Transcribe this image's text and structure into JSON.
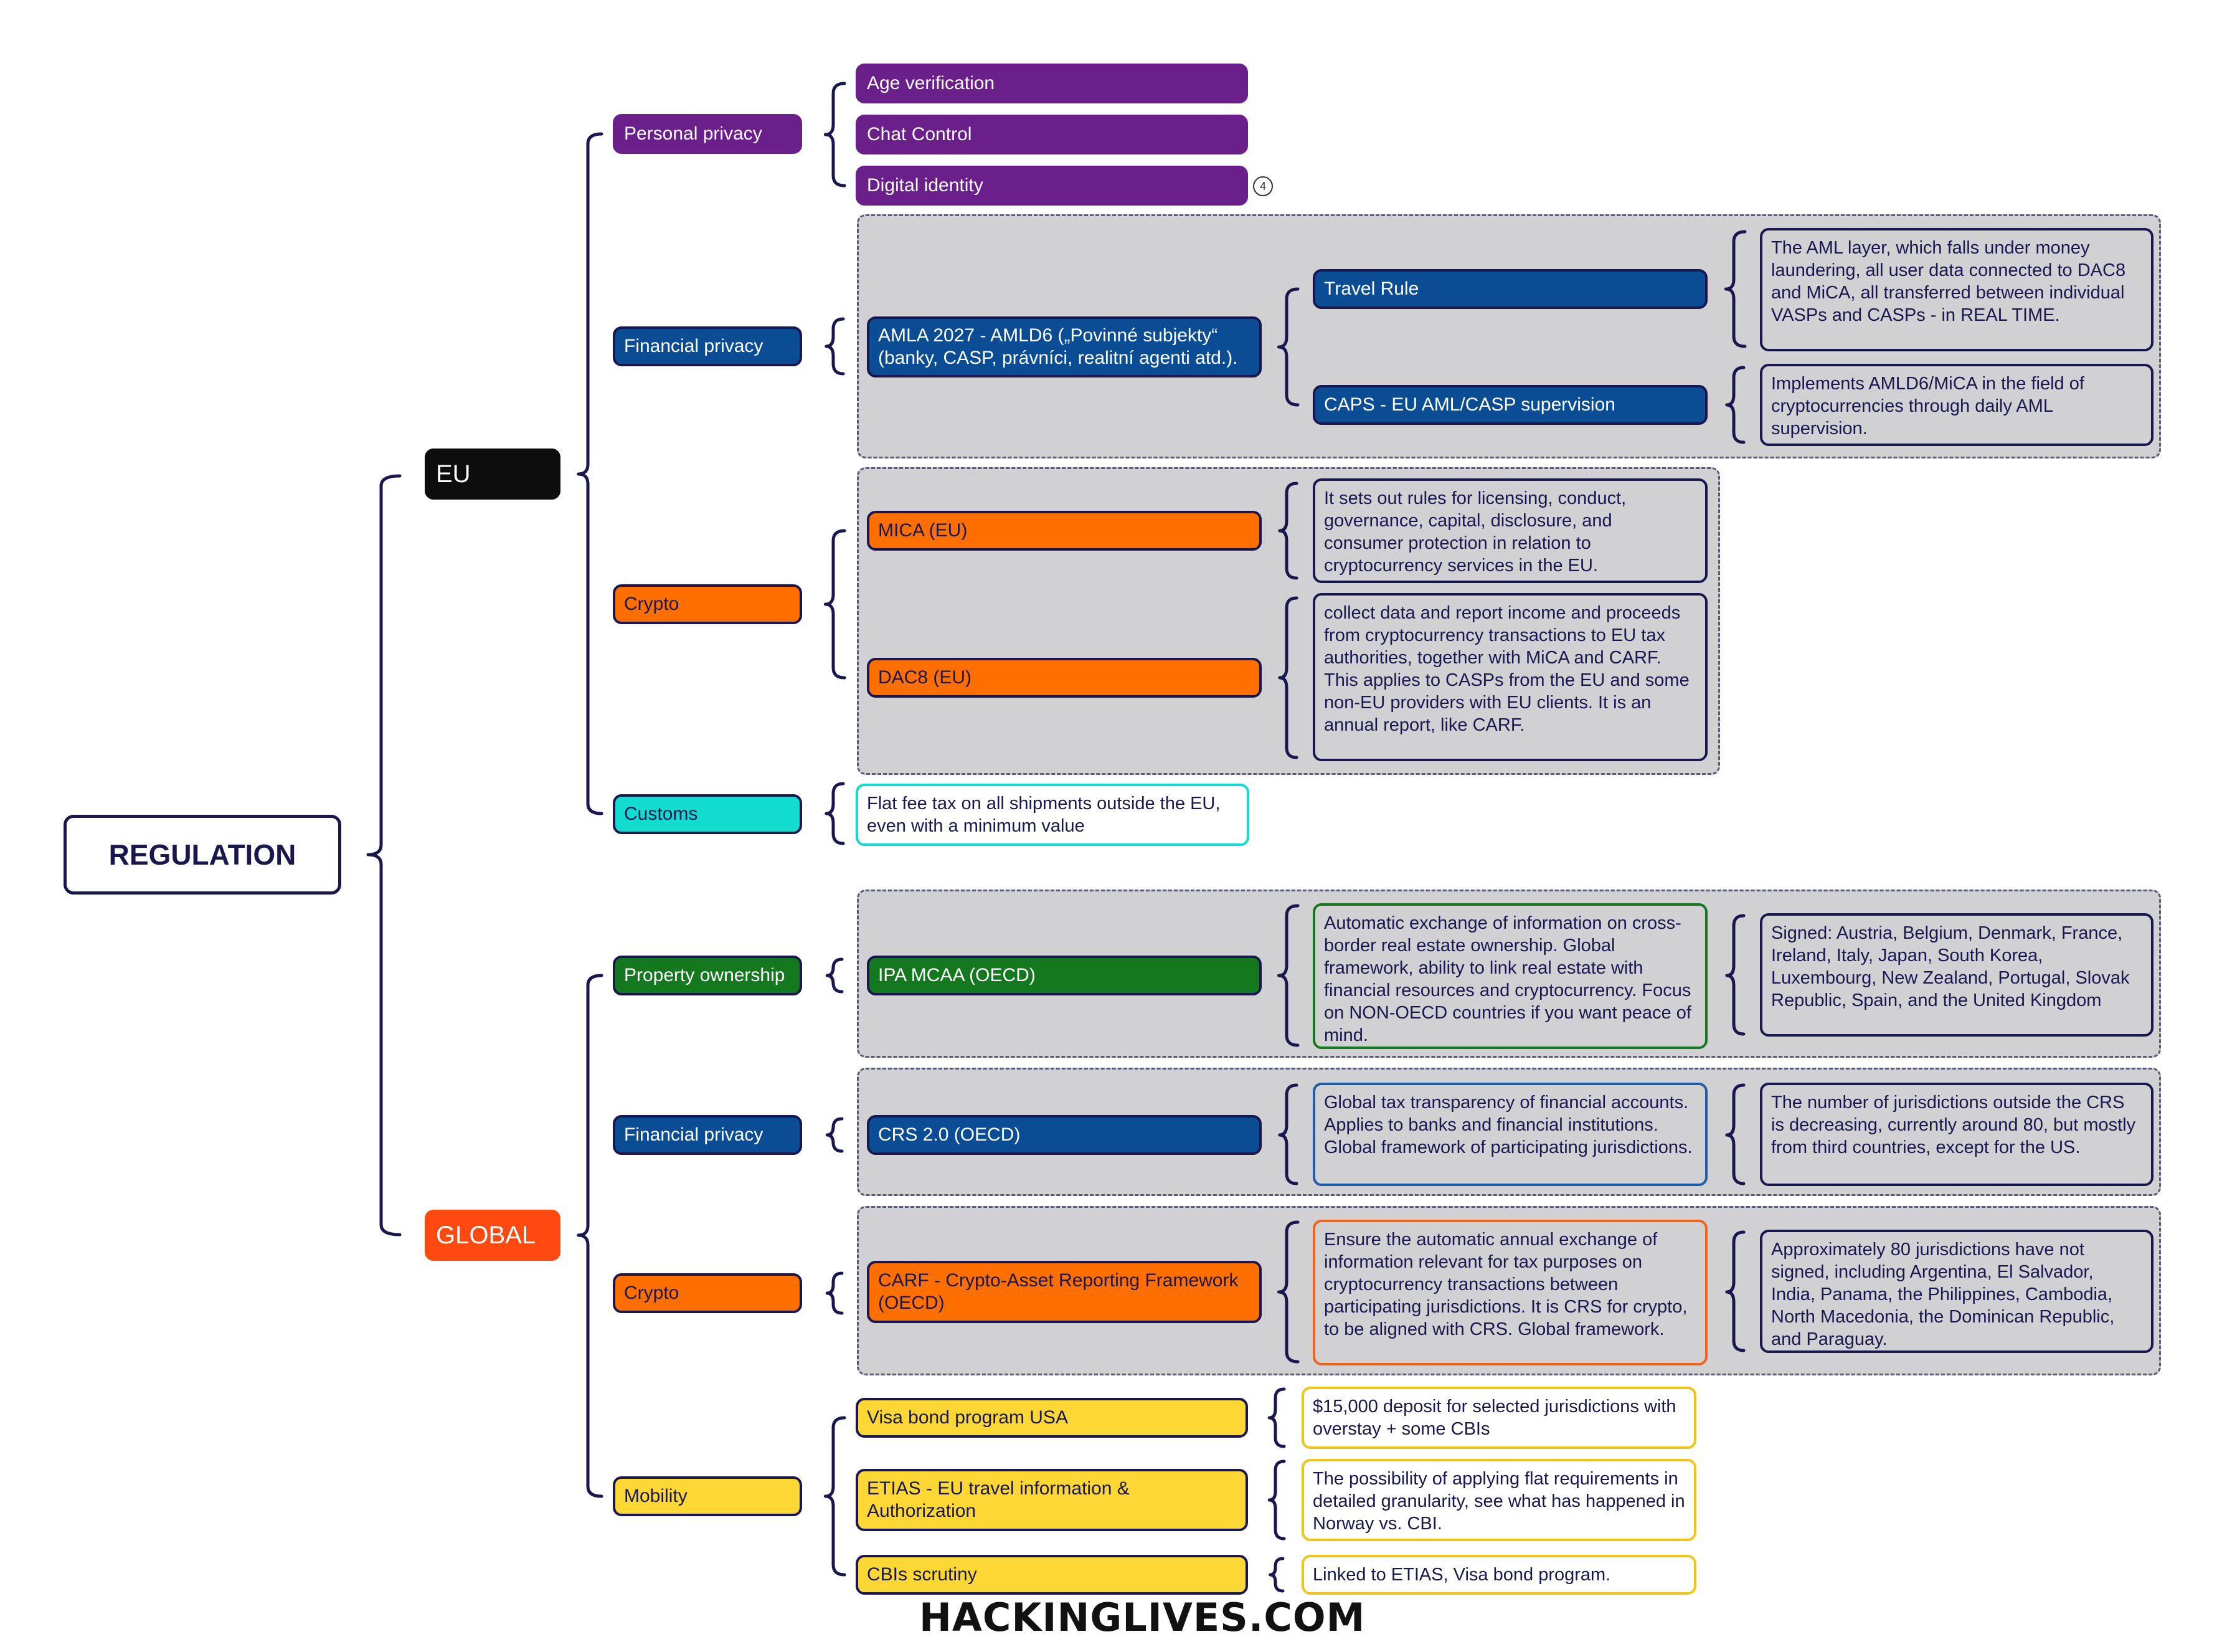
{
  "root": "REGULATION",
  "eu": {
    "label": "EU",
    "personal_privacy": {
      "label": "Personal privacy",
      "items": [
        "Age verification",
        "Chat Control",
        "Digital identity"
      ],
      "badge": "4"
    },
    "financial_privacy": {
      "label": "Financial privacy",
      "amla": "AMLA 2027 - AMLD6 („Povinné subjekty“ (banky, CASP, právníci, realitní agenti atd.).",
      "travel_rule": "Travel Rule",
      "travel_rule_desc": "The AML layer, which falls under money laundering, all user data connected to DAC8 and MiCA, all transferred between individual VASPs and CASPs - in REAL TIME.",
      "caps": "CAPS - EU AML/CASP supervision",
      "caps_desc": "Implements AMLD6/MiCA in the field of cryptocurrencies through daily AML supervision."
    },
    "crypto": {
      "label": "Crypto",
      "mica": "MICA (EU)",
      "mica_desc": "It sets out rules for licensing, conduct, governance, capital, disclosure, and consumer protection in relation to cryptocurrency services in the EU.",
      "dac8": "DAC8 (EU)",
      "dac8_desc": "collect data and report income and proceeds from cryptocurrency transactions to EU tax authorities, together with MiCA and CARF. This applies to CASPs from the EU and some non-EU providers with EU clients. It is an annual report, like CARF."
    },
    "customs": {
      "label": "Customs",
      "desc": "Flat fee tax on all shipments outside the EU, even with a minimum value"
    }
  },
  "global": {
    "label": "GLOBAL",
    "property": {
      "label": "Property ownership",
      "ipa": "IPA MCAA (OECD)",
      "ipa_desc": "Automatic exchange of information on cross-border real estate ownership. Global framework, ability to link real estate with financial resources and cryptocurrency. Focus on NON-OECD countries if you want peace of mind.",
      "ipa_signed": "Signed: Austria, Belgium, Denmark, France, Ireland, Italy, Japan, South Korea, Luxembourg, New Zealand, Portugal, Slovak Republic, Spain, and the United Kingdom"
    },
    "financial_privacy": {
      "label": "Financial privacy",
      "crs": "CRS 2.0 (OECD)",
      "crs_desc": "Global tax transparency of financial accounts. Applies to banks and financial institutions. Global framework of participating jurisdictions.",
      "crs_note": "The number of jurisdictions outside the CRS is decreasing, currently around 80, but mostly from third countries, except for the US."
    },
    "crypto": {
      "label": "Crypto",
      "carf": "CARF - Crypto-Asset Reporting Framework (OECD)",
      "carf_desc": "Ensure the automatic annual exchange of information relevant for tax purposes on cryptocurrency transactions between participating jurisdictions. It is CRS for crypto, to be aligned with CRS. Global framework.",
      "carf_note": "Approximately 80 jurisdictions have not signed, including Argentina, El Salvador, India, Panama, the Philippines, Cambodia, North Macedonia, the Dominican Republic, and Paraguay."
    },
    "mobility": {
      "label": "Mobility",
      "visa": "Visa bond program USA",
      "visa_desc": "$15,000 deposit for selected jurisdictions with overstay + some CBIs",
      "etias": "ETIAS - EU travel information & Authorization",
      "etias_desc": "The possibility of applying flat requirements in detailed granularity, see what has happened in Norway vs. CBI.",
      "cbis": "CBIs scrutiny",
      "cbis_desc": "Linked to ETIAS, Visa bond program."
    }
  },
  "footer": "HACKINGLIVES.COM"
}
